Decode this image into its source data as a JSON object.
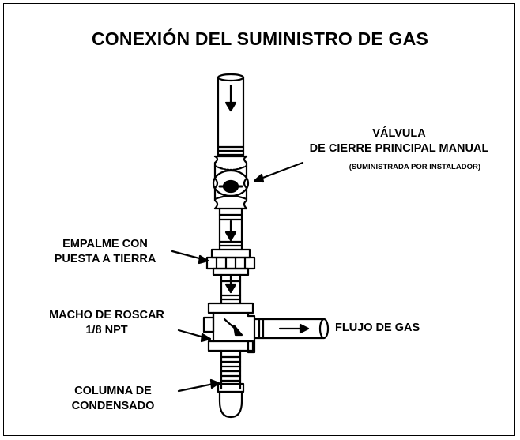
{
  "title": "CONEXIÓN DEL SUMINISTRO DE GAS",
  "labels": {
    "valve_line1": "VÁLVULA",
    "valve_line2": "DE CIERRE PRINCIPAL MANUAL",
    "valve_note": "(SUMINISTRADA POR INSTALADOR)",
    "union_line1": "EMPALME CON",
    "union_line2": "PUESTA A TIERRA",
    "tap_line1": "MACHO DE ROSCAR",
    "tap_line2": "1/8 NPT",
    "flow": "FLUJO DE GAS",
    "drip_line1": "COLUMNA DE",
    "drip_line2": "CONDENSADO"
  }
}
